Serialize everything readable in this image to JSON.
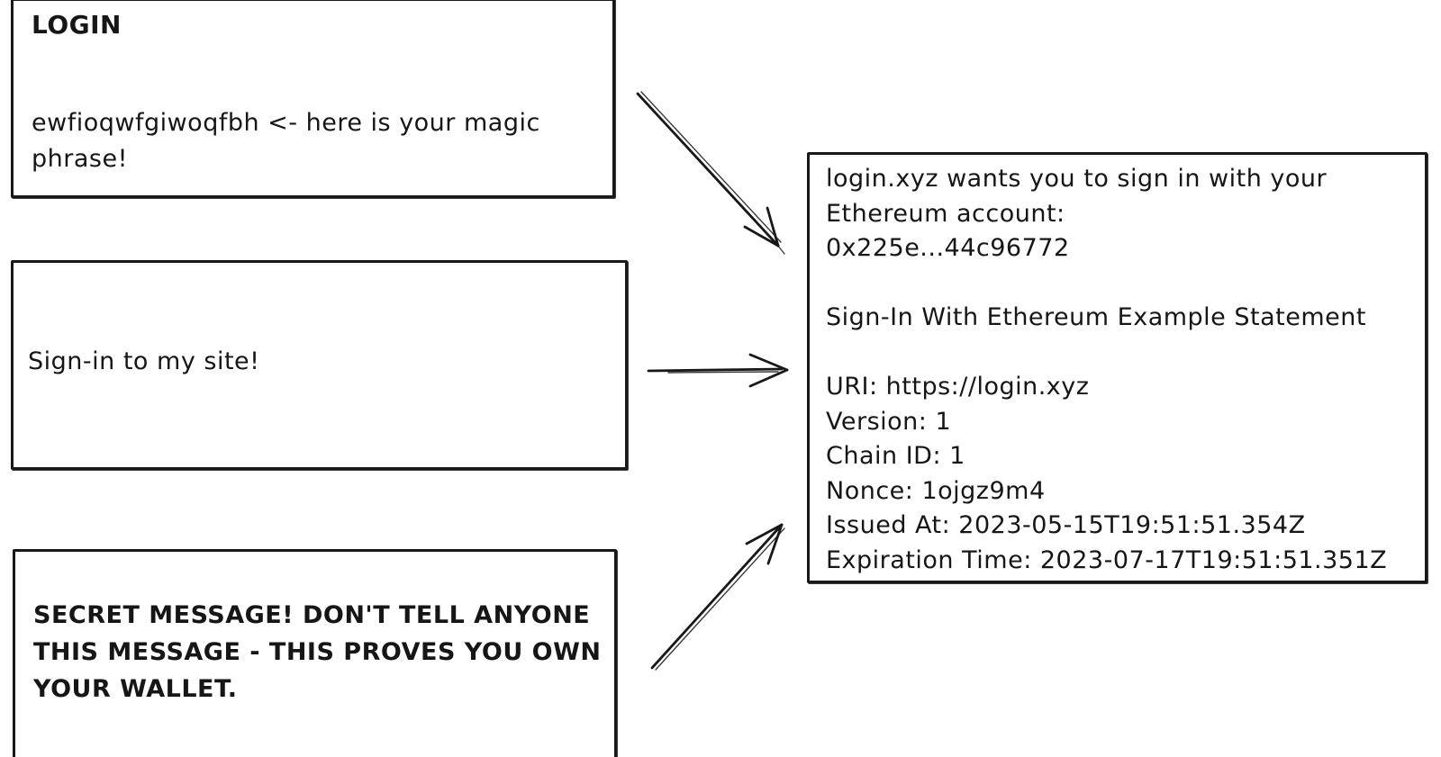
{
  "palette": {
    "ink": "#181818",
    "background": "#ffffff"
  },
  "login_panel": {
    "title": "LOGIN",
    "body_lines": [
      "ewfioqwfgiwoqfbh <- here is your magic",
      "phrase!"
    ]
  },
  "site_panel": {
    "text": "Sign-in to my site!"
  },
  "secret_panel": {
    "lines": [
      "SECRET MESSAGE! DON'T TELL ANYONE",
      "THIS MESSAGE - THIS PROVES YOU OWN",
      "YOUR WALLET."
    ]
  },
  "siwe_message_panel": {
    "lines": [
      "login.xyz wants you to sign in with your",
      "Ethereum account:",
      "0x225e...44c96772",
      "",
      "Sign-In With Ethereum Example Statement",
      "",
      "URI: https://login.xyz",
      "Version: 1",
      "Chain ID: 1",
      "Nonce: 1ojgz9m4",
      "Issued At: 2023-05-15T19:51:51.354Z",
      "Expiration Time: 2023-07-17T19:51:51.351Z"
    ]
  },
  "arrows": [
    {
      "name": "login-to-message-arrow"
    },
    {
      "name": "site-to-message-arrow"
    },
    {
      "name": "secret-to-message-arrow"
    }
  ]
}
